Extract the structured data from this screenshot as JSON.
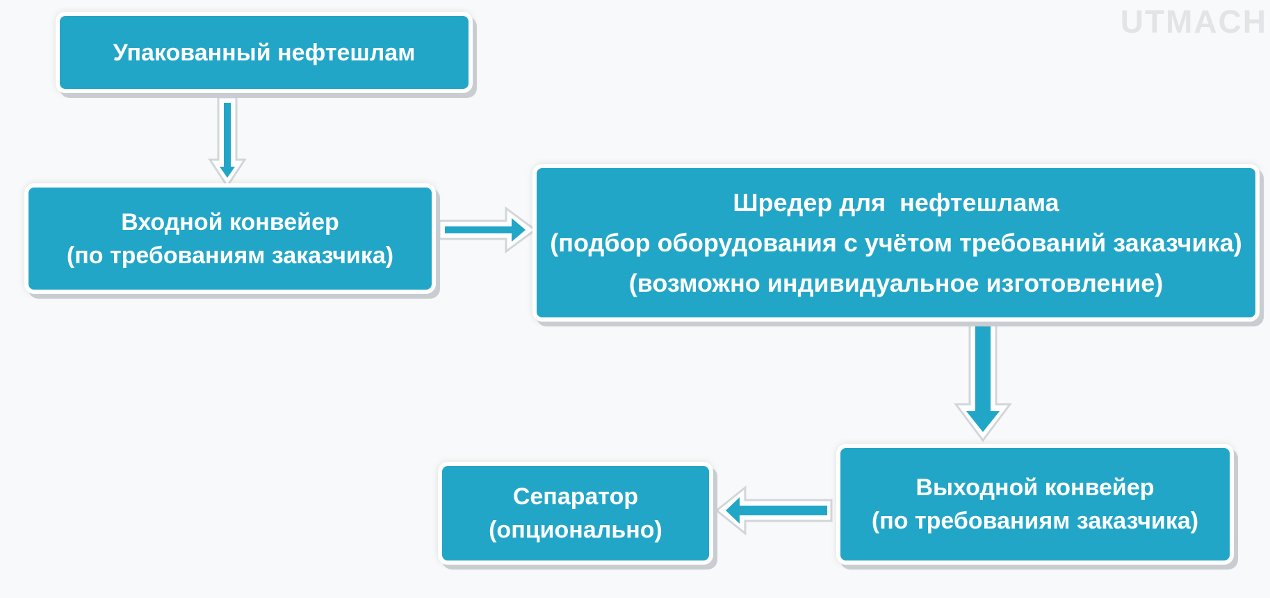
{
  "watermark": "UTMACH",
  "colors": {
    "box_fill": "#22a6c8",
    "box_border": "#ffffff",
    "arrow_fill": "#22a6c8",
    "background": "#f8f9fa"
  },
  "nodes": {
    "packed": {
      "lines": [
        "Упакованный нефтешлам"
      ]
    },
    "input_conveyor": {
      "lines": [
        "Входной конвейер",
        "(по требованиям заказчика)"
      ]
    },
    "shredder": {
      "lines": [
        "Шредер для  нефтешлама",
        "(подбор оборудования с учётом требований заказчика)",
        "(возможно индивидуальное изготовление)"
      ]
    },
    "output_conveyor": {
      "lines": [
        "Выходной конвейер",
        "(по требованиям заказчика)"
      ]
    },
    "separator": {
      "lines": [
        "Сепаратор",
        "(опционально)"
      ]
    }
  },
  "edges": [
    {
      "from": "packed",
      "to": "input_conveyor",
      "direction": "down"
    },
    {
      "from": "input_conveyor",
      "to": "shredder",
      "direction": "right"
    },
    {
      "from": "shredder",
      "to": "output_conveyor",
      "direction": "down"
    },
    {
      "from": "output_conveyor",
      "to": "separator",
      "direction": "left"
    }
  ]
}
